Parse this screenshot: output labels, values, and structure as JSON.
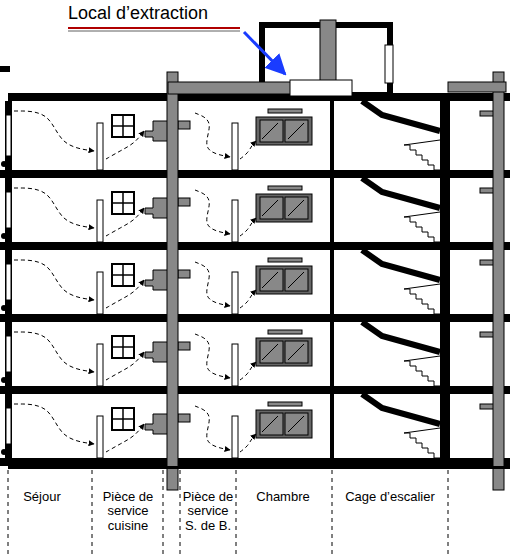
{
  "diagram": {
    "labels": [
      "Local d’extraction",
      "Séjour",
      "Pièce de service cuisine",
      "Pièce de service S. de B.",
      "Chambre",
      "Cage d’escalier"
    ]
  }
}
